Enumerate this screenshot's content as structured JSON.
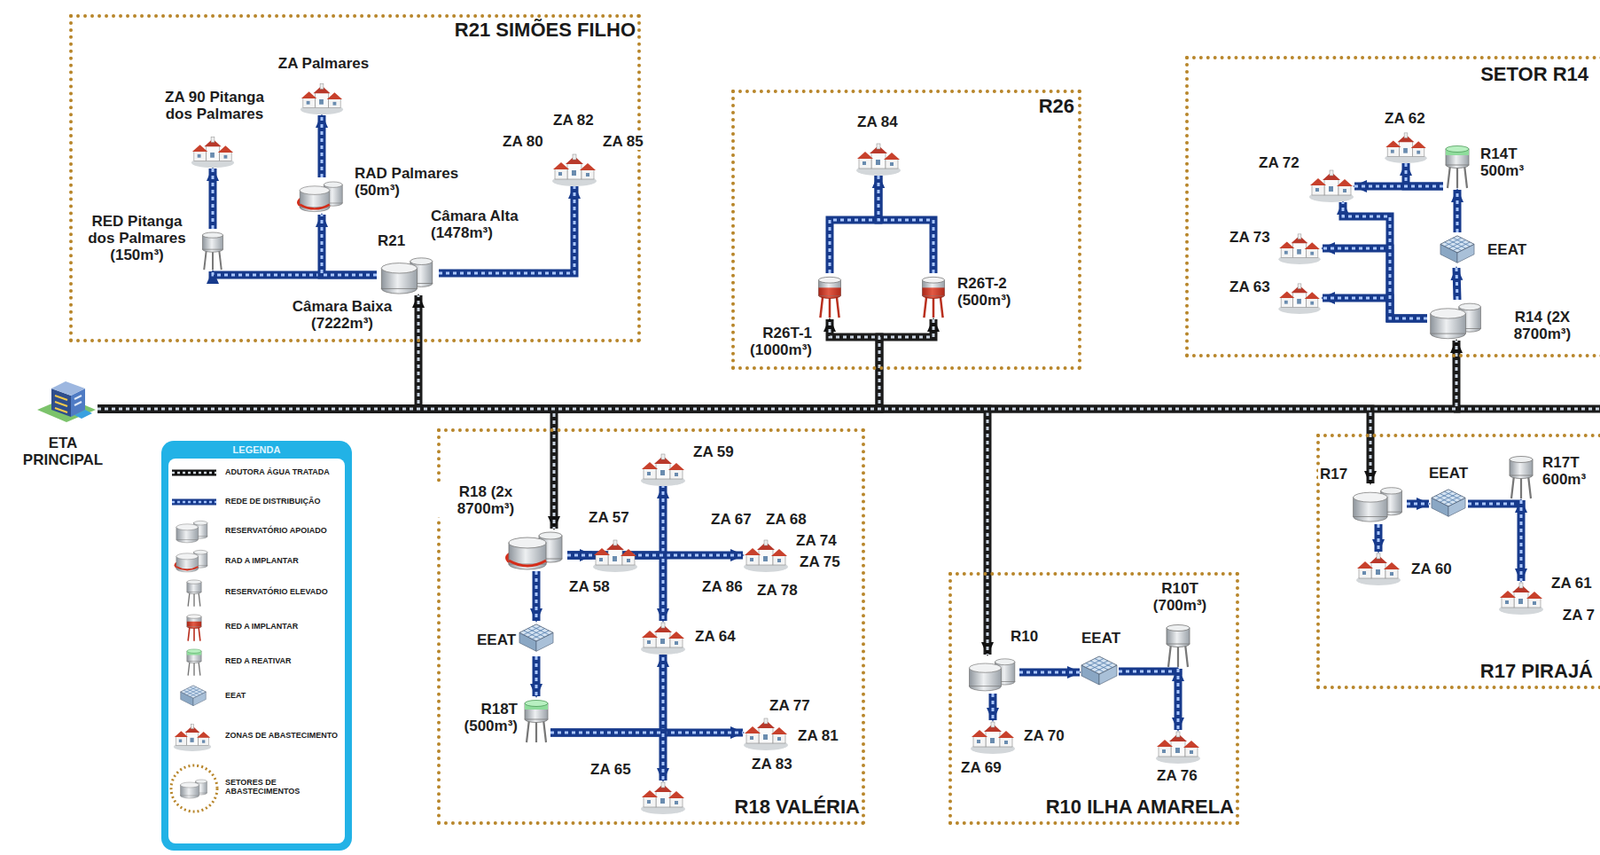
{
  "diagram": {
    "nodes": [
      {
        "text": [
          "ETA PRINCIPAL"
        ]
      },
      {
        "text": [
          "R21 SIMÕES FILHO"
        ]
      },
      {
        "text": [
          "ZA 90 Pitanga dos Palmares"
        ],
        "in": 1
      },
      {
        "text": [
          "ZA Palmares"
        ],
        "in": 1
      },
      {
        "text": [
          "ZA 82",
          "ZA 80",
          "ZA 85"
        ],
        "in": 1
      },
      {
        "text": [
          "RAD Palmares (50m³)"
        ],
        "in": 1
      },
      {
        "text": [
          "RED Pitanga dos Palmares (150m³)"
        ],
        "in": 1
      },
      {
        "text": [
          "R21",
          "Câmara Alta (1478m³)",
          "Câmara Baixa (7222m³)"
        ],
        "in": 1
      },
      {
        "text": [
          "R26"
        ]
      },
      {
        "text": [
          "ZA 84"
        ],
        "in": 8
      },
      {
        "text": [
          "R26T-1 (1000m³)"
        ],
        "in": 8
      },
      {
        "text": [
          "R26T-2 (500m³)"
        ],
        "in": 8
      },
      {
        "text": [
          "SETOR R14"
        ]
      },
      {
        "text": [
          "ZA 62"
        ],
        "in": 12
      },
      {
        "text": [
          "ZA 72"
        ],
        "in": 12
      },
      {
        "text": [
          "R14T 500m³"
        ],
        "in": 12
      },
      {
        "text": [
          "ZA 73"
        ],
        "in": 12
      },
      {
        "text": [
          "EEAT"
        ],
        "in": 12
      },
      {
        "text": [
          "ZA 63"
        ],
        "in": 12
      },
      {
        "text": [
          "R14 (2X 8700m³)"
        ],
        "in": 12
      },
      {
        "text": [
          "R18 VALÉRIA"
        ]
      },
      {
        "text": [
          "R18 (2x 8700m³)"
        ],
        "in": 20
      },
      {
        "text": [
          "ZA 59"
        ],
        "in": 20
      },
      {
        "text": [
          "ZA 57",
          "ZA 58"
        ],
        "in": 20
      },
      {
        "text": [
          "ZA 67",
          "ZA 68",
          "ZA 74",
          "ZA 75",
          "ZA 86",
          "ZA 78"
        ],
        "in": 20
      },
      {
        "text": [
          "EEAT"
        ],
        "in": 20
      },
      {
        "text": [
          "ZA 64"
        ],
        "in": 20
      },
      {
        "text": [
          "R18T (500m³)"
        ],
        "in": 20
      },
      {
        "text": [
          "ZA 77",
          "ZA 81",
          "ZA 83"
        ],
        "in": 20
      },
      {
        "text": [
          "ZA 65"
        ],
        "in": 20
      },
      {
        "text": [
          "R10 ILHA AMARELA"
        ]
      },
      {
        "text": [
          "R10T (700m³)"
        ],
        "in": 30
      },
      {
        "text": [
          "R10"
        ],
        "in": 30
      },
      {
        "text": [
          "EEAT"
        ],
        "in": 30
      },
      {
        "text": [
          "ZA 70",
          "ZA 69"
        ],
        "in": 30
      },
      {
        "text": [
          "ZA 76"
        ],
        "in": 30
      },
      {
        "text": [
          "R17 PIRAJÁ"
        ]
      },
      {
        "text": [
          "R17"
        ],
        "in": 36
      },
      {
        "text": [
          "EEAT"
        ],
        "in": 36
      },
      {
        "text": [
          "R17T 600m³"
        ],
        "in": 36
      },
      {
        "text": [
          "ZA 60"
        ],
        "in": 36
      },
      {
        "text": [
          "ZA 61",
          "ZA 7"
        ],
        "in": 36
      }
    ],
    "edges": [
      {
        "from": 0,
        "to": 7,
        "arrow": "to"
      },
      {
        "from": 7,
        "to": 6,
        "arrow": "to"
      },
      {
        "from": 6,
        "to": 2,
        "arrow": "to"
      },
      {
        "from": 7,
        "to": 5,
        "arrow": "to"
      },
      {
        "from": 5,
        "to": 3,
        "arrow": "to"
      },
      {
        "from": 7,
        "to": 4,
        "arrow": "to"
      },
      {
        "from": 0,
        "to": 10,
        "arrow": "to"
      },
      {
        "from": 0,
        "to": 11,
        "arrow": "to"
      },
      {
        "from": 10,
        "to": 9,
        "arrow": "to"
      },
      {
        "from": 11,
        "to": 9,
        "arrow": "to"
      },
      {
        "from": 0,
        "to": 19,
        "arrow": "to"
      },
      {
        "from": 19,
        "to": 17,
        "arrow": "to"
      },
      {
        "from": 17,
        "to": 15,
        "arrow": "to"
      },
      {
        "from": 15,
        "to": 13,
        "arrow": "to"
      },
      {
        "from": 15,
        "to": 14,
        "arrow": "to"
      },
      {
        "from": 19,
        "to": 16,
        "arrow": "to"
      },
      {
        "from": 19,
        "to": 18,
        "arrow": "to"
      },
      {
        "from": 19,
        "to": 14,
        "arrow": "to"
      },
      {
        "from": 0,
        "to": 21,
        "arrow": "to"
      },
      {
        "from": 21,
        "to": 23,
        "arrow": "to"
      },
      {
        "from": 21,
        "to": 22,
        "arrow": "to"
      },
      {
        "from": 21,
        "to": 24,
        "arrow": "to"
      },
      {
        "from": 21,
        "to": 26,
        "arrow": "to"
      },
      {
        "from": 21,
        "to": 25,
        "arrow": "to"
      },
      {
        "from": 25,
        "to": 27,
        "arrow": "to"
      },
      {
        "from": 27,
        "to": 28,
        "arrow": "to"
      },
      {
        "from": 27,
        "to": 26,
        "arrow": "to"
      },
      {
        "from": 27,
        "to": 29,
        "arrow": "to"
      },
      {
        "from": 0,
        "to": 32,
        "arrow": "to"
      },
      {
        "from": 32,
        "to": 33,
        "arrow": "to"
      },
      {
        "from": 33,
        "to": 31,
        "arrow": "to"
      },
      {
        "from": 31,
        "to": 35,
        "arrow": "to"
      },
      {
        "from": 32,
        "to": 34,
        "arrow": "to"
      },
      {
        "from": 0,
        "to": 37,
        "arrow": "to"
      },
      {
        "from": 37,
        "to": 38,
        "arrow": "to"
      },
      {
        "from": 38,
        "to": 39,
        "arrow": "to"
      },
      {
        "from": 39,
        "to": 41,
        "arrow": "to"
      },
      {
        "from": 37,
        "to": 40,
        "arrow": "to"
      }
    ],
    "labels": [
      "LEGENDA"
    ],
    "legend": [
      {
        "text": "ADUTORA ÁGUA TRATADA"
      },
      {
        "text": "REDE DE DISTRIBUIÇÃO"
      },
      {
        "text": "RESERVATÓRIO APOIADO"
      },
      {
        "text": "RAD A IMPLANTAR"
      },
      {
        "text": "RESERVATÓRIO ELEVADO"
      },
      {
        "text": "RED A IMPLANTAR"
      },
      {
        "text": "RED A REATIVAR"
      },
      {
        "text": "EEAT"
      },
      {
        "text": "ZONAS DE ABASTECIMENTO"
      },
      {
        "text": "SETORES DE ABASTECIMENTOS"
      }
    ]
  }
}
